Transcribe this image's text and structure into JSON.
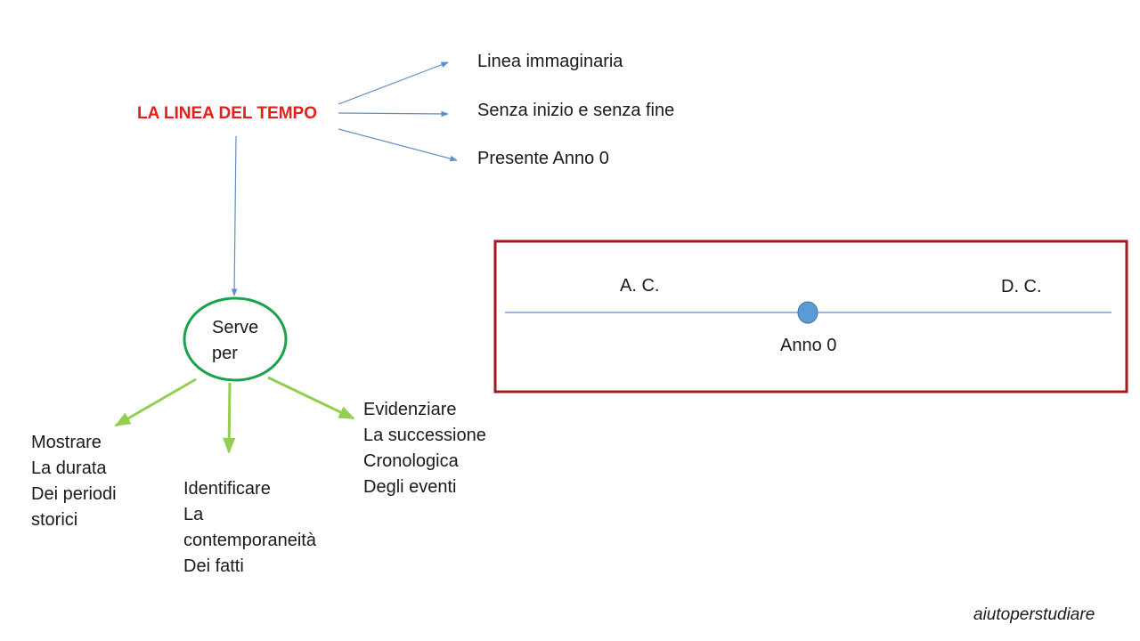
{
  "title": "LA LINEA DEL TEMPO",
  "properties": [
    "Linea immaginaria",
    "Senza inizio e senza fine",
    "Presente Anno 0"
  ],
  "center_node": "Serve\nper",
  "uses": [
    "Mostrare\nLa durata\nDei periodi\nstorici",
    "Identificare\nLa\ncontemporaneità\nDei fatti",
    "Evidenziare\nLa successione\nCronologica\nDegli eventi"
  ],
  "timeline": {
    "before": "A. C.",
    "after": "D. C.",
    "origin": "Anno 0"
  },
  "credit": "aiutoperstudiare",
  "colors": {
    "title": "#e0201b",
    "blue_arrow": "#5b8fc7",
    "green": "#1aa34a",
    "light_green": "#92cf50",
    "box_border": "#a31a1e",
    "origin_dot": "#5b9bd5"
  }
}
